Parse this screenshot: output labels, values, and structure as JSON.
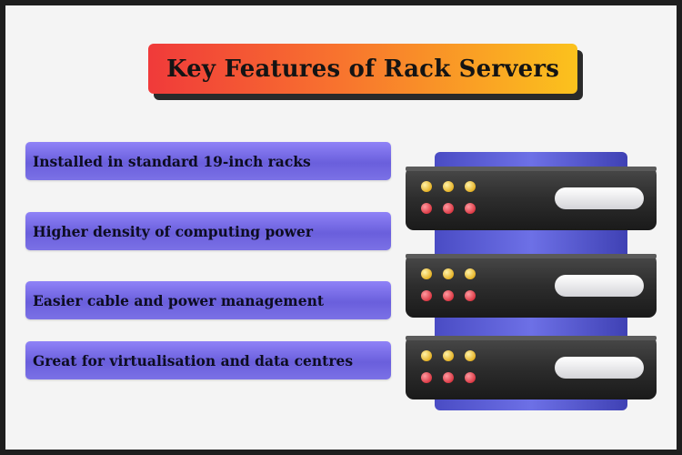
{
  "title": "Key Features of Rack Servers",
  "features": [
    {
      "label": "Installed in standard 19-inch racks"
    },
    {
      "label": "Higher density of computing power"
    },
    {
      "label": "Easier cable and power management"
    },
    {
      "label": "Great for virtualisation and data centres"
    }
  ],
  "colors": {
    "title_gradient": [
      "#f03a3a",
      "#f8742e",
      "#fbc21d"
    ],
    "feature_bar": "#7b71e6",
    "server_body": "#2b2b2b",
    "server_frame": "#5e60d6",
    "led_yellow": "#f1c232",
    "led_red": "#ef4a55"
  },
  "illustration": {
    "icon": "rack-server-icon"
  }
}
